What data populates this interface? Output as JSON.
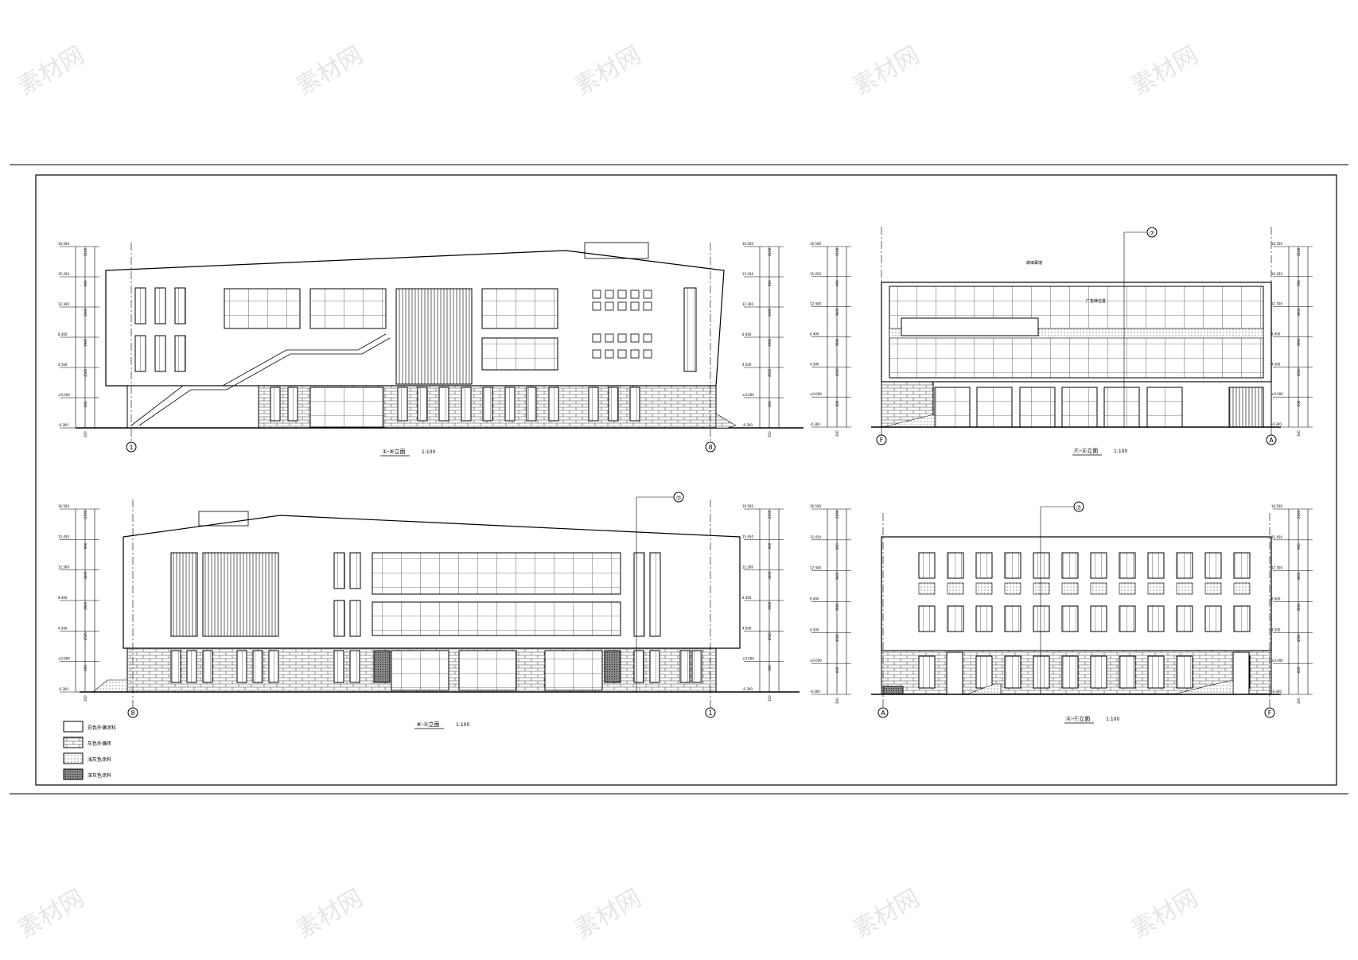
{
  "watermark": "素材网",
  "elevations": [
    {
      "id": "e1",
      "title": "①-⑧立面",
      "scale": "1:100",
      "axis_left": "1",
      "axis_right": "8"
    },
    {
      "id": "e2",
      "title": "Ⓕ-Ⓐ立面",
      "scale": "1:100",
      "axis_left": "F",
      "axis_right": "A"
    },
    {
      "id": "e3",
      "title": "⑧-①立面",
      "scale": "1:100",
      "axis_left": "8",
      "axis_right": "1"
    },
    {
      "id": "e4",
      "title": "Ⓐ-Ⓕ立面",
      "scale": "1:100",
      "axis_left": "A",
      "axis_right": "F"
    }
  ],
  "levels": [
    "16.500",
    "15.450",
    "12.300",
    "8.400",
    "4.500",
    "±0.000",
    "-0.300"
  ],
  "dims": [
    "2100",
    "900",
    "3600",
    "3900",
    "4500",
    "600",
    "300"
  ],
  "legend": [
    {
      "label": "白色外壙涂料",
      "pattern": "plain"
    },
    {
      "label": "灰色外壙砖",
      "pattern": "brick"
    },
    {
      "label": "浅灰色涂料",
      "pattern": "dots"
    },
    {
      "label": "深灰色涂料",
      "pattern": "dark"
    }
  ],
  "callout_mark": "⑦",
  "notes": {
    "glass_curtain": "玻璃幕墙",
    "signage": "广告牌位置"
  }
}
